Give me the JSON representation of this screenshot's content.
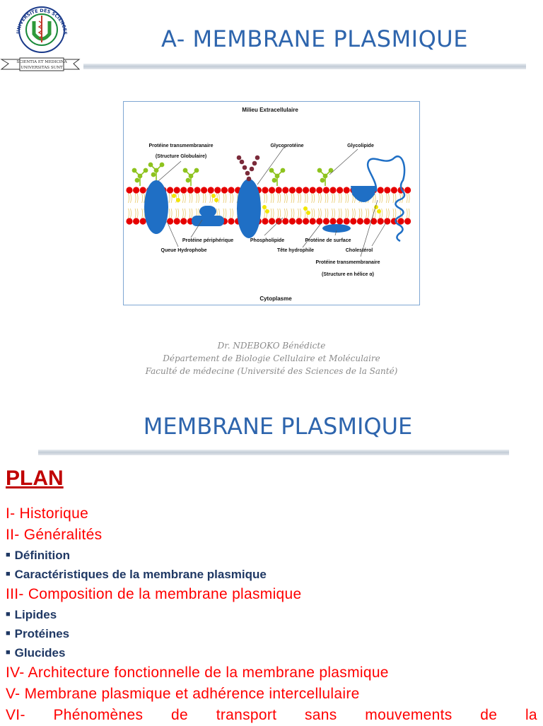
{
  "logo": {
    "top_arc_text": "UNIVERSITE DES SCIENCES DE LA SANTE",
    "banner_line1": "SCIENTIA ET MEDICINA",
    "banner_line2": "UNIVERSITAS SUNT"
  },
  "slide1": {
    "title": "A- MEMBRANE PLASMIQUE"
  },
  "diagram": {
    "top_label": "Milieu Extracellulaire",
    "bottom_label": "Cytoplasme",
    "labels": {
      "prot_trans_globular_1": "Protéine transmembranaire",
      "prot_trans_globular_2": "(Structure Globulaire)",
      "glycoprotein": "Glycoprotéine",
      "glycolipid": "Glycolipide",
      "peripheral_protein": "Protéine périphérique",
      "hydrophobic_tail": "Queue Hydrophobe",
      "phospholipid": "Phospholipide",
      "hydrophilic_head": "Tête hydrophile",
      "surface_protein": "Protéine de surface",
      "cholesterol": "Cholestérol",
      "prot_trans_helix_1": "Protéine transmembranaire",
      "prot_trans_helix_2": "(Structure en hélice α)"
    },
    "colors": {
      "protein": "#1f6fc5",
      "head": "#e60000",
      "sugar": "#8ec31f",
      "glycoprotein_sugar": "#7b2b3a",
      "cholesterol": "#f2e600"
    }
  },
  "credits": {
    "author": "Dr. NDEBOKO Bénédicte",
    "department": "Département de Biologie Cellulaire et Moléculaire",
    "faculty": "Faculté de médecine (Université des Sciences de la Santé)"
  },
  "slide2": {
    "title": "MEMBRANE PLASMIQUE",
    "plan_heading": "PLAN",
    "items": {
      "i1": "I- Historique",
      "i2": "II- Généralités",
      "i2a": "Définition",
      "i2b": "Caractéristiques de la membrane plasmique",
      "i3": "III- Composition de la membrane plasmique",
      "i3a": "Lipides",
      "i3b": "Protéines",
      "i3c": "Glucides",
      "i4": "IV- Architecture fonctionnelle de la membrane plasmique",
      "i5": "V- Membrane plasmique et adhérence intercellulaire",
      "i6_words": [
        "VI-",
        "Phénomènes",
        "de",
        "transport",
        "sans",
        "mouvements",
        "de",
        "la"
      ]
    }
  }
}
